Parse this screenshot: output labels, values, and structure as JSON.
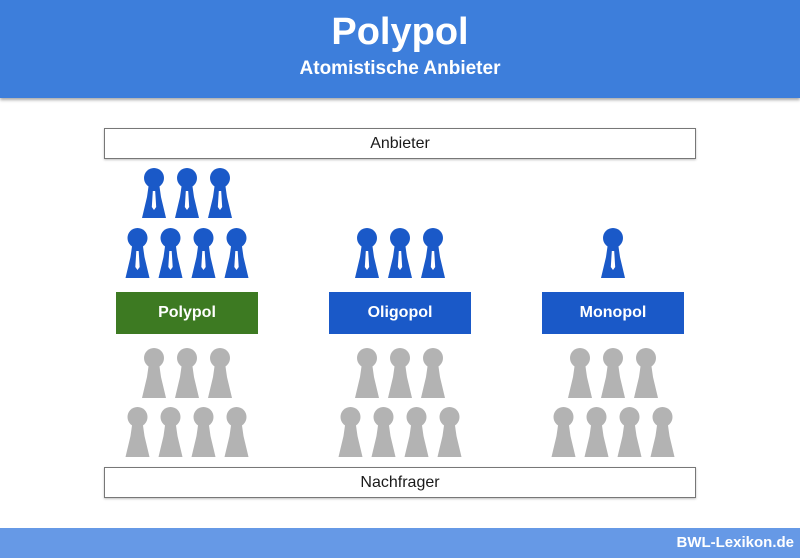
{
  "header": {
    "title": "Polypol",
    "subtitle": "Atomistische Anbieter"
  },
  "sellers_label": "Anbieter",
  "buyers_label": "Nachfrager",
  "markets": [
    {
      "label": "Polypol",
      "color": "#3d7a22",
      "highlighted": true,
      "sellers": 7,
      "buyers": 7
    },
    {
      "label": "Oligopol",
      "color": "#1a59c8",
      "highlighted": false,
      "sellers": 3,
      "buyers": 7
    },
    {
      "label": "Monopol",
      "color": "#1a59c8",
      "highlighted": false,
      "sellers": 1,
      "buyers": 7
    }
  ],
  "icons": {
    "seller": "businessperson-icon",
    "buyer": "person-icon"
  },
  "colors": {
    "header": "#3d7edb",
    "seller": "#1a59c8",
    "buyer": "#b3b3b3",
    "footer": "#6699e6"
  },
  "footer": {
    "brand": "BWL-Lexikon.de"
  }
}
